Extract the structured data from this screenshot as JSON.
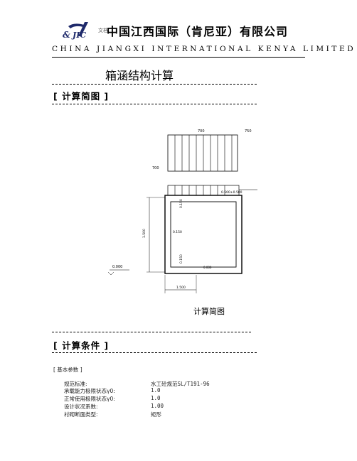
{
  "header": {
    "logo_alt_text": "文档",
    "company_cn": "中国江西国际（肯尼亚）有限公司",
    "company_en": "CHINA JIANGXI INTERNATIONAL KENYA LIMITED"
  },
  "document": {
    "title": "箱涵结构计算"
  },
  "section_diagram": {
    "heading": "[ 计算简图 ]",
    "caption": "计算简图",
    "labels": {
      "top_load_left": "700",
      "top_load_right": "750",
      "left_load": "700",
      "right_dim": "0.500+0.500",
      "inner_top": "0.150",
      "inner_mid": "0.150",
      "inner_bottom": "0.150",
      "inner_floor": "0.000",
      "left_elev": "0.000",
      "height_dim": "1.500",
      "width_dim": "1.500"
    }
  },
  "section_conditions": {
    "heading": "[ 计算条件 ]",
    "basic_params_title": "[ 基本参数 ]",
    "params": [
      {
        "label": "规范标准:",
        "value": "水工砼规范SL/T191-96"
      },
      {
        "label": "承载能力极限状态γ0:",
        "value": "1.0"
      },
      {
        "label": "正常使用极限状态γ0:",
        "value": "1.0"
      },
      {
        "label": "设计状况系数:",
        "value": "1.00"
      },
      {
        "label": "衬砌断面类型:",
        "value": "矩形"
      }
    ]
  }
}
